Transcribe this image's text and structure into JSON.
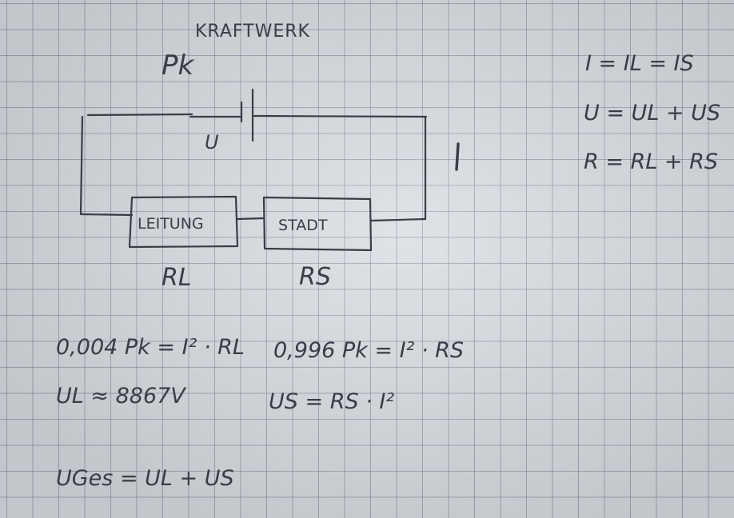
{
  "circuit": {
    "plant_label": "KRAFTWERK",
    "power_label": "Pk",
    "voltage_label": "U",
    "current_label": "I",
    "line_box_label": "LEITUNG",
    "city_box_label": "STADT",
    "line_resistance_label": "RL",
    "city_resistance_label": "RS"
  },
  "relations": {
    "current": "I = IL = IS",
    "voltage": "U = UL + US",
    "resistance": "R = RL + RS"
  },
  "equations": {
    "line_power": "0,004 Pk = I² · RL",
    "city_power": "0,996 Pk = I² · RS",
    "line_voltage": "UL ≈ 8867V",
    "city_voltage": "US = RS · I²",
    "total_voltage": "UGes = UL + US"
  },
  "colors": {
    "ink": "#3a3c46",
    "paper": "#d9dde1",
    "grid": "#6e7d96"
  }
}
